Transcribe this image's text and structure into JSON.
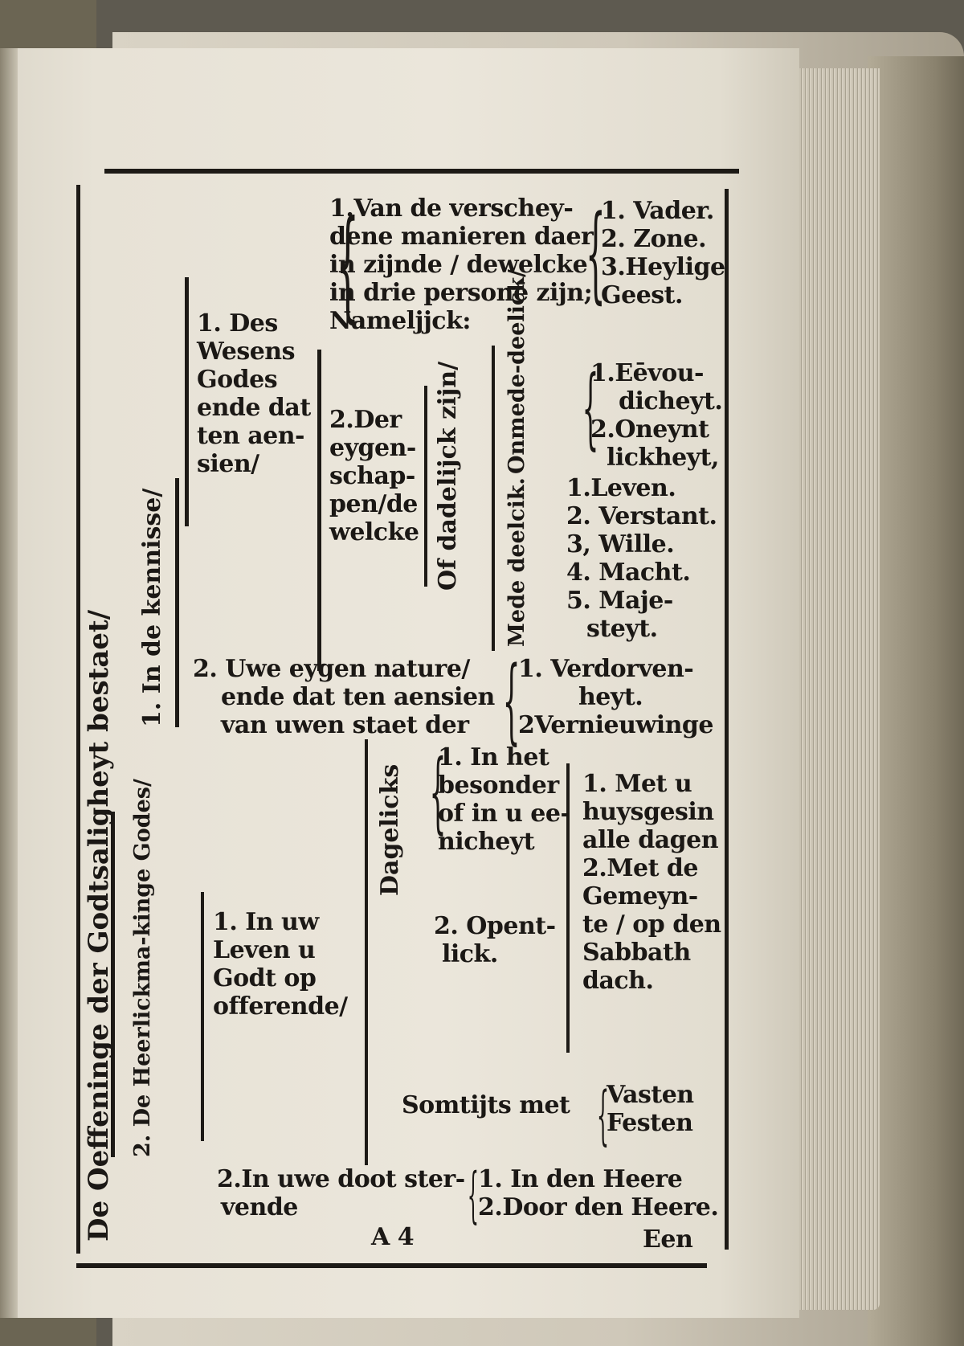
{
  "title_rotated": "De Oeffeninge der Godtsaligheyt bestaet/",
  "branch1": {
    "rotated": "1. In de kennisse/",
    "wesen": [
      "1. Des",
      "Wesens",
      "Godes",
      "ende dat",
      "ten aen-",
      "sien/"
    ],
    "maniere": [
      "1.Van de verschey-",
      "dene manieren daer",
      "in zijnde / dewelcke",
      "in drie personē zijn;",
      "Nameljjck:"
    ],
    "personen": [
      "1. Vader.",
      "2. Zone.",
      "3.Heylige",
      "Geest."
    ],
    "eygenschappen": [
      "2.Der",
      "eygen-",
      "schap-",
      "pen/de",
      "welcke"
    ],
    "dadelijck_rot": "Of dadelijck zijn/",
    "onmede_rot": "Onmede-deelick/",
    "onmede_items": [
      "1.Eēvou-",
      "dicheyt.",
      "2.Oneynt",
      "lickheyt,"
    ],
    "mede_rot": "Mede deelcik.",
    "mede_items": [
      "1.Leven.",
      "2. Verstant.",
      "3, Wille.",
      "4. Macht.",
      "5. Maje-",
      "steyt."
    ],
    "natuer": [
      "2. Uwe eygen nature/",
      "ende dat ten aensien",
      "van uwen staet der"
    ],
    "staet": [
      "1. Verdorven-",
      "heyt.",
      "2Vernieuwinge"
    ]
  },
  "branch2": {
    "rotated": "2. De Heerlickma-kinge Godes/",
    "leven": [
      "1. In uw",
      "Leven u",
      "Godt op",
      "offerende/"
    ],
    "dagelicks_rot": "Dagelicks",
    "besonder": [
      "1. In het",
      "besonder",
      "of in u ee-",
      "nicheyt"
    ],
    "openlick": [
      "2. Opent-",
      "lick."
    ],
    "huys": [
      "1. Met u",
      "huysgesin",
      "alle dagen",
      "2.Met de",
      "Gemeyn-",
      "te / op den",
      "Sabbath",
      "dach."
    ],
    "somtijts": "Somtijts met",
    "somtijts_items": [
      "Vasten",
      "Festen"
    ],
    "doot": [
      "2.In uwe doot ster-",
      "vende"
    ],
    "heere": [
      "1. In den Heere",
      "2.Door den Heere."
    ]
  },
  "footer": {
    "signature": "A 4",
    "catchword": "Een"
  },
  "colors": {
    "paper": "#e8e3d7",
    "ink": "#1b1815",
    "cover": "#d3ccbd"
  }
}
